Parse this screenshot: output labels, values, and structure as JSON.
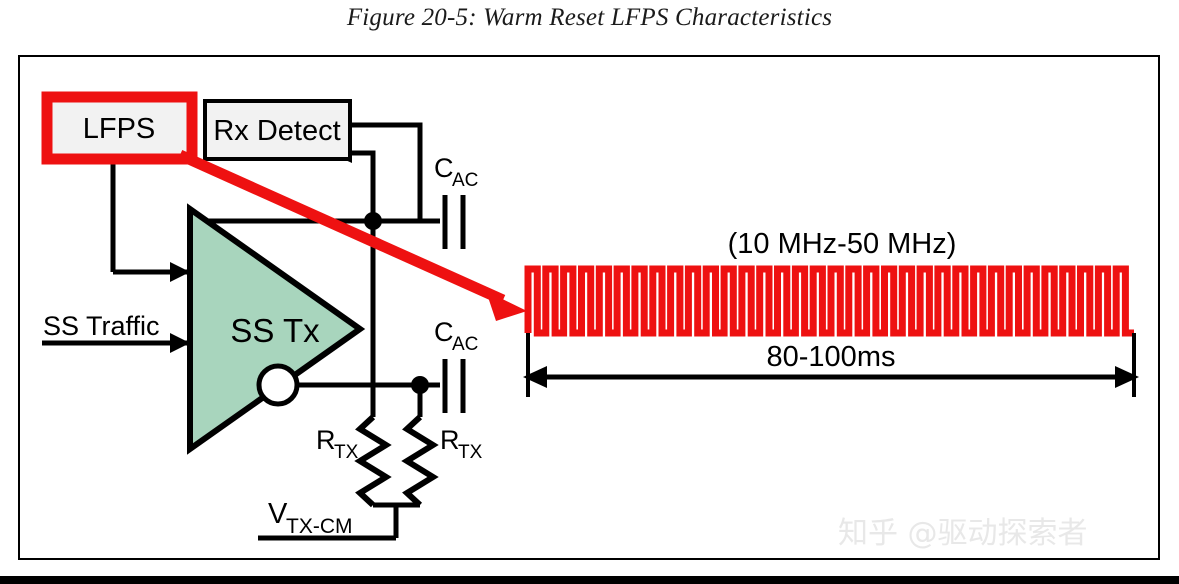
{
  "figure": {
    "title": "Figure 20-5: Warm Reset LFPS Characteristics"
  },
  "blocks": {
    "lfps": {
      "label": "LFPS",
      "highlight_color": "#ee1111",
      "fill": "#f2f2f2"
    },
    "rx_detect": {
      "label": "Rx Detect",
      "fill": "#f2f2f2"
    },
    "tx_amplifier": {
      "label": "SS Tx",
      "fill": "#a8d5bd"
    }
  },
  "signals": {
    "ss_traffic": "SS Traffic",
    "vtx_cm_symbol": "V",
    "vtx_cm_subscript": "TX-CM"
  },
  "components": {
    "cap_top": {
      "symbol": "C",
      "subscript": "AC"
    },
    "cap_bottom": {
      "symbol": "C",
      "subscript": "AC"
    },
    "resistor_left": {
      "symbol": "R",
      "subscript": "TX"
    },
    "resistor_right": {
      "symbol": "R",
      "subscript": "TX"
    }
  },
  "waveform": {
    "frequency_label": "(10 MHz-50 MHz)",
    "duration_label": "80-100ms",
    "color": "#ee1111",
    "pulse_count": 34
  },
  "watermark": {
    "text": "知乎 @驱动探索者"
  }
}
